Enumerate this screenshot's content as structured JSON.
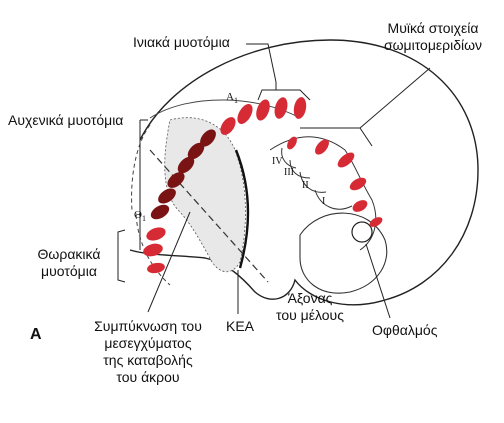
{
  "labels": {
    "occipital_myotomes": "Ινιακά μυοτόμια",
    "cervical_myotomes": "Αυχενικά μυοτόμια",
    "thoracic_myotomes_l1": "Θωρακικά",
    "thoracic_myotomes_l2": "μυοτόμια",
    "somitomere_l1": "Μυϊκά στοιχεία",
    "somitomere_l2": "σωμιτομεριδίων",
    "mesenchyme_l1": "Συμπύκνωση του",
    "mesenchyme_l2": "μεσεγχύματος",
    "mesenchyme_l3": "της καταβολής",
    "mesenchyme_l4": "του άκρου",
    "cns": "ΚΕΑ",
    "limb_axis_l1": "Άξονας",
    "limb_axis_l2": "του μέλους",
    "eye": "Οφθαλμός",
    "panel": "A",
    "a1_main": "A",
    "a1_sub": "1",
    "theta1_main": "Θ",
    "theta1_sub": "1",
    "roman_iv": "IV",
    "roman_iii": "III",
    "roman_ii": "II",
    "roman_i": "I"
  },
  "colors": {
    "myotome_fill": "#d62b35",
    "dark_myotome_fill": "#7a1414",
    "outline": "#222222"
  }
}
